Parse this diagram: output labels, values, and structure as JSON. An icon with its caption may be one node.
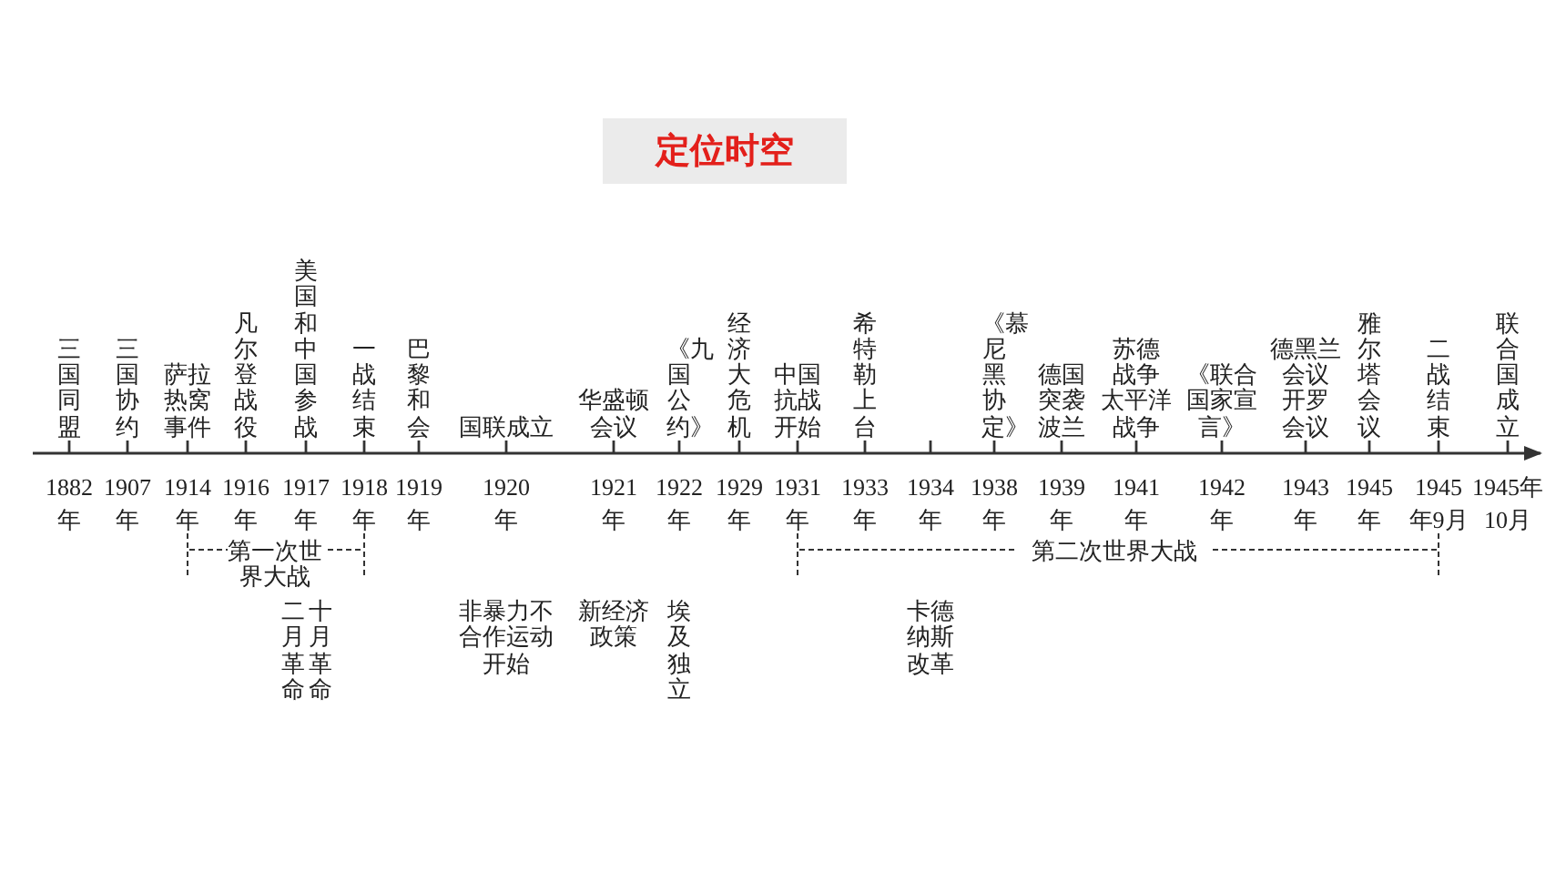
{
  "diagram": {
    "title": "定位时空",
    "labels": [
      "三国同盟",
      "三国协约",
      "萨拉热窝事件",
      "凡尔登战役",
      "美国和中国参战",
      "一战结束",
      "巴黎和会",
      "国联成立",
      "华盛顿会议",
      "《九国公约》",
      "经济大危机",
      "中国抗战开始",
      "希特勒上台",
      "《慕尼黑协定》",
      "德国突袭波兰",
      "苏德战争",
      "太平洋战争",
      "《联合国家宣言》",
      "德黑兰会议",
      "开罗会议",
      "雅尔塔会议",
      "二战结束",
      "联合国成立",
      "1882年",
      "1907年",
      "1914年",
      "1916年",
      "1917年",
      "1918年",
      "1919年",
      "1920年",
      "1921年",
      "1922年",
      "1929年",
      "1931年",
      "1933年",
      "1934年",
      "1938年",
      "1939年",
      "1941年",
      "1942年",
      "1943年",
      "1945年",
      "1945年9月",
      "1945年10月",
      "第一次世界大战",
      "第二次世界大战",
      "二月革命",
      "十月革命",
      "非暴力不合作运动开始",
      "新经济政策",
      "埃及独立",
      "卡德纳斯改革"
    ]
  }
}
